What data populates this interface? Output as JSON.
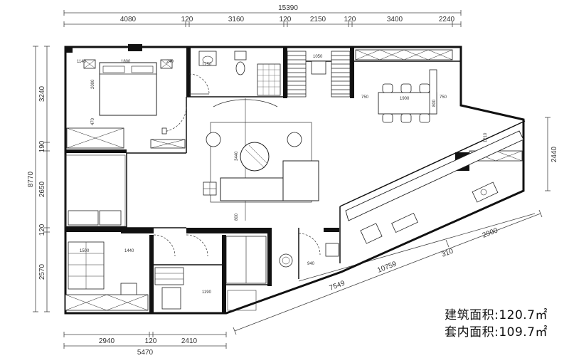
{
  "dimensions": {
    "top_total": "15390",
    "top_segments": [
      "4080",
      "120",
      "3160",
      "120",
      "2150",
      "120",
      "3400",
      "2240"
    ],
    "left_total": "8770",
    "left_segments": [
      "3240",
      "190",
      "2650",
      "120",
      "2570"
    ],
    "right_segment": "2440",
    "bottom_segments": [
      "2940",
      "120",
      "2410"
    ],
    "bottom_total": "5470",
    "diagonal_lengths": [
      "7549",
      "10759"
    ],
    "diagonal_segments": [
      "310",
      "2900"
    ]
  },
  "room_dims": {
    "bed_top_left": "1140",
    "bed_top_mid": "1800",
    "bed_top_right": "240",
    "bed_vertical": "2000",
    "bed_lower": "470",
    "bath_width": "1250",
    "closet_width": "1050",
    "dining_left": "750",
    "dining_table": "1900",
    "dining_right": "750",
    "dining_vertical": "800",
    "balcony_vertical": "1210",
    "living_vertical": "3440",
    "living_lower": "800",
    "room2_a": "1500",
    "room2_b": "1440",
    "room3_a": "1190",
    "kitchen_small": "940"
  },
  "area": {
    "gross_label": "建筑面积:",
    "gross_value": "120.7㎡",
    "net_label": "套内面积:",
    "net_value": "109.7㎡"
  }
}
